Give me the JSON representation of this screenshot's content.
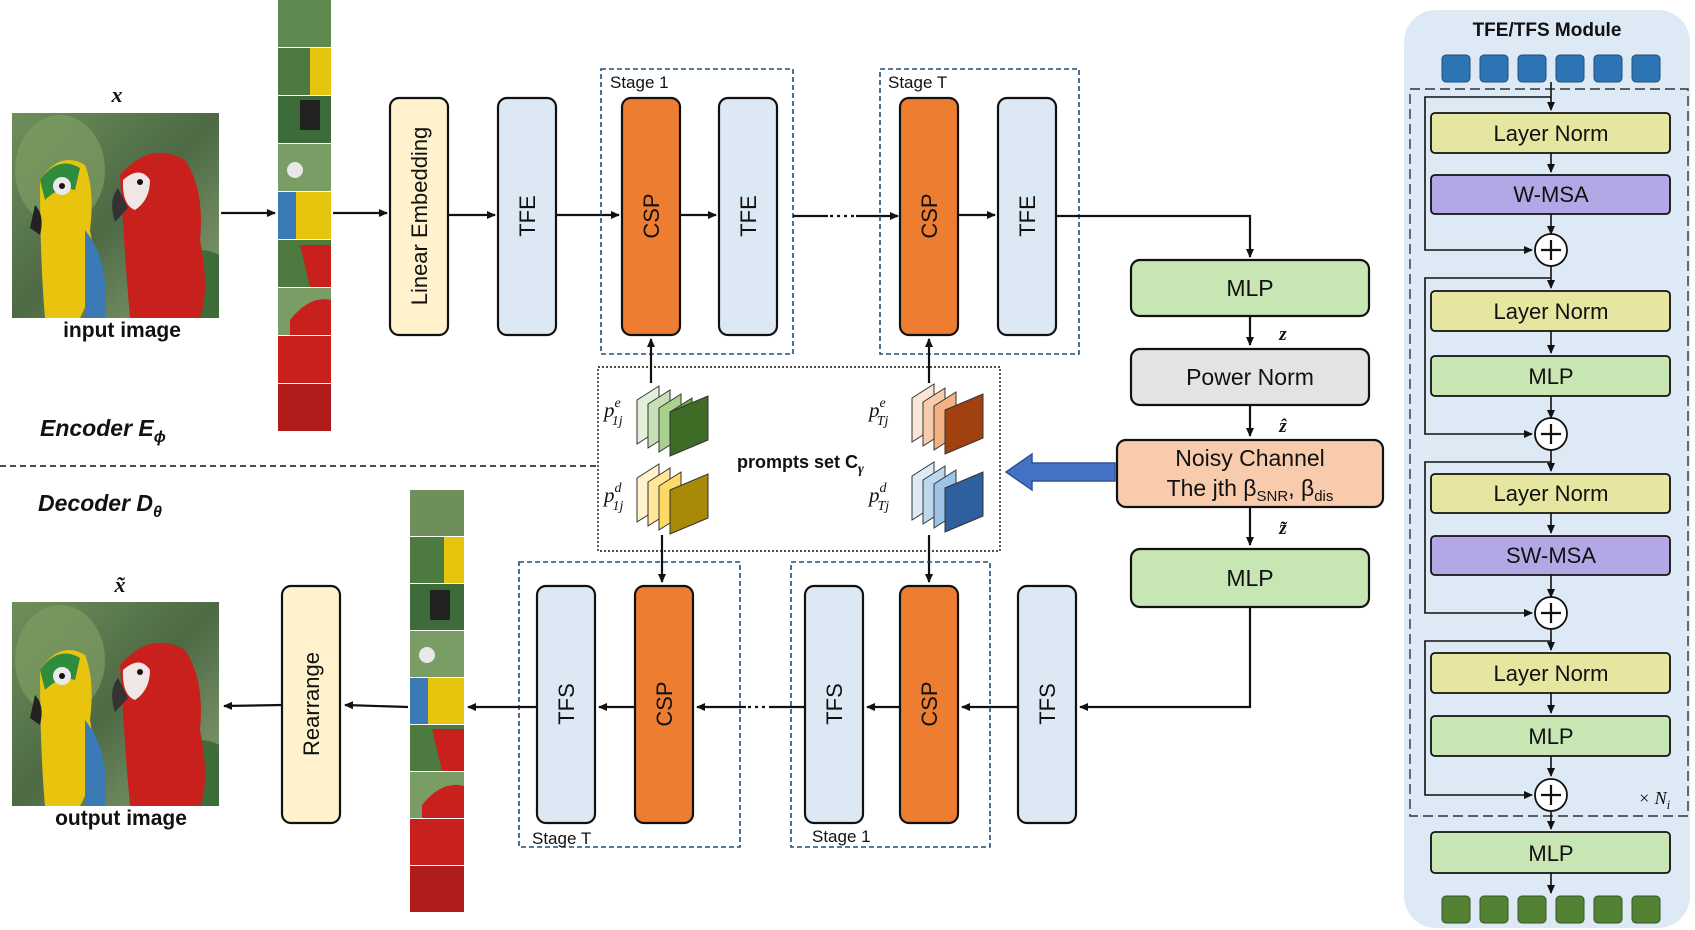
{
  "labels": {
    "input_var": "x",
    "input_caption": "input image",
    "output_var": "x̃",
    "output_caption": "output image",
    "encoder": "Encoder E",
    "encoder_sub": "ϕ",
    "decoder": "Decoder D",
    "decoder_sub": "θ",
    "prompts_set": "prompts set C",
    "prompts_sub": "γ",
    "z": "z",
    "z_hat": "ẑ",
    "z_tilde": "z̃",
    "p1e": "p",
    "p1e_sup": "e",
    "p1e_sub": "1j",
    "pTe": "p",
    "pTe_sup": "e",
    "pTe_sub": "Tj",
    "p1d": "p",
    "p1d_sup": "d",
    "p1d_sub": "1j",
    "pTd": "p",
    "pTd_sup": "d",
    "pTd_sub": "Tj"
  },
  "encoder_blocks": {
    "linear_embedding": "Linear Embedding",
    "tfe_1": "TFE",
    "stage1_label": "Stage 1",
    "stage1_csp": "CSP",
    "stage1_tfe": "TFE",
    "stageT_label": "Stage T",
    "stageT_csp": "CSP",
    "stageT_tfe": "TFE"
  },
  "channel_blocks": {
    "mlp_top": "MLP",
    "power_norm": "Power Norm",
    "noisy_channel_line1": "Noisy Channel",
    "noisy_channel_line2": "The jth β",
    "noisy_channel_sub1": "SNR",
    "noisy_channel_mid": ", β",
    "noisy_channel_sub2": "dis",
    "mlp_bottom": "MLP"
  },
  "decoder_blocks": {
    "tfs_first": "TFS",
    "stage1_label": "Stage 1",
    "stage1_csp": "CSP",
    "stage1_tfs": "TFS",
    "stageT_label": "Stage T",
    "stageT_csp": "CSP",
    "stageT_tfs": "TFS",
    "rearrange": "Rearrange"
  },
  "module": {
    "title": "TFE/TFS Module",
    "layer_norm_1": "Layer Norm",
    "w_msa": "W-MSA",
    "layer_norm_2": "Layer Norm",
    "mlp_1": "MLP",
    "layer_norm_3": "Layer Norm",
    "sw_msa": "SW-MSA",
    "layer_norm_4": "Layer Norm",
    "mlp_2": "MLP",
    "repeat": "× N",
    "repeat_sub": "i",
    "mlp_out": "MLP"
  },
  "colors": {
    "csp": "#ed7d31",
    "tf_block": "#dce9f5",
    "linear_embedding": "#fff2cc",
    "mlp": "#c7e6b4",
    "power_norm": "#e3e3e3",
    "noisy_channel": "#f8cbad",
    "layer_norm": "#e6e6a0",
    "msa": "#b4a7e6",
    "module_bg": "#dde9f5",
    "token_in": "#2e75b6",
    "token_out": "#548235",
    "arrow_blue": "#4472c4"
  }
}
